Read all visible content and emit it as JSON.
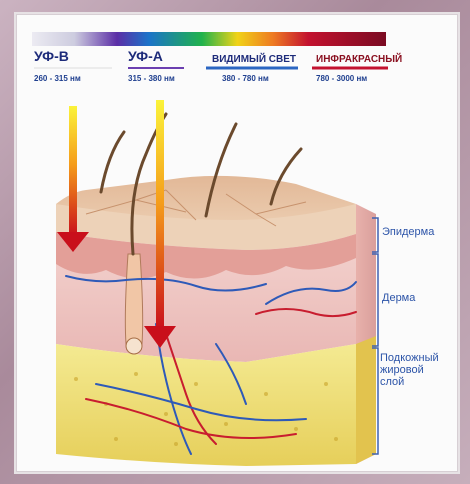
{
  "spectrum": {
    "bands": [
      {
        "name": "УФ-В",
        "range": "260 - 315 нм"
      },
      {
        "name": "УФ-А",
        "range": "315 - 380 нм"
      },
      {
        "name": "ВИДИМЫЙ СВЕТ",
        "range": "380 - 780 нм"
      },
      {
        "name": "ИНФРАКРАСНЫЙ",
        "range": "780 - 3000 нм"
      }
    ],
    "colors": {
      "uvb": "#d8d8e6",
      "uva": "#5b2ea6",
      "visible_start": "#1b73c9",
      "visible_mid": "#20b24c",
      "visible_end": "#f0d318",
      "ir": "#c3122f"
    }
  },
  "layers": [
    {
      "name": "Эпидерма"
    },
    {
      "name": "Дерма"
    },
    {
      "name_lines": [
        "Подкожный",
        "жировой",
        "слой"
      ]
    }
  ],
  "colors": {
    "arrow_top": "#f7f03a",
    "arrow_bottom": "#c90f1b",
    "skin_top": "#e7c29d",
    "dermis": "#eec7c2",
    "fat": "#efe07b",
    "vein": "#2e5ab8",
    "artery": "#c81d2f",
    "hair": "#6b4a2d",
    "bracket": "#3f62b1"
  }
}
